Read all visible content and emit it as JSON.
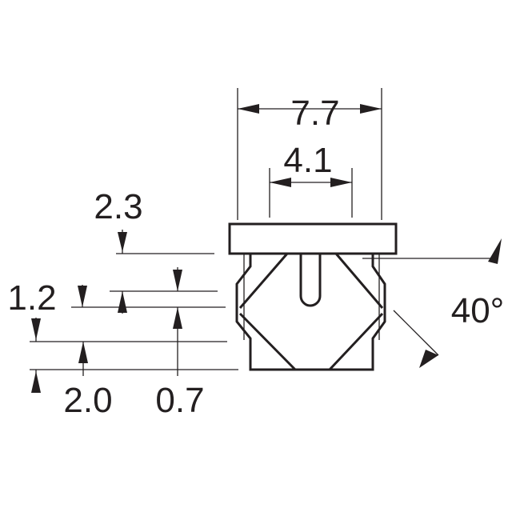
{
  "drawing": {
    "dimensions": {
      "overall_width": "7.7",
      "slot_width": "4.1",
      "cap_thickness": "2.3",
      "step_height": "1.2",
      "base_height": "2.0",
      "foot_height": "0.7",
      "chamfer_angle": "40°"
    },
    "colors": {
      "ink": "#231f20",
      "background": "#ffffff"
    }
  }
}
